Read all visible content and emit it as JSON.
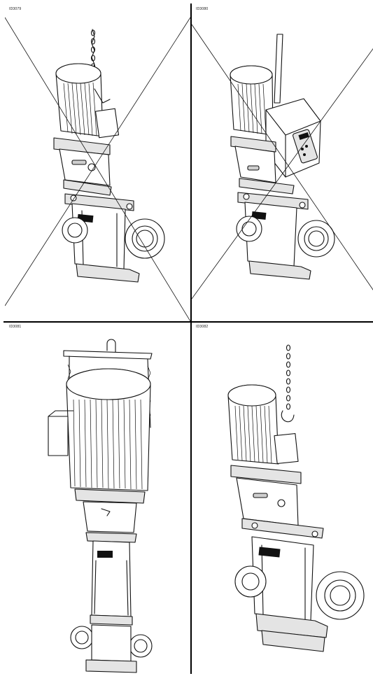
{
  "panels": [
    {
      "id": "ID3079",
      "crossed": true,
      "icon": "pump-lift-chain-incorrect"
    },
    {
      "id": "ID3080",
      "crossed": true,
      "icon": "pump-lift-strap-incorrect"
    },
    {
      "id": "ID3081",
      "crossed": false,
      "icon": "pump-lift-beam-correct"
    },
    {
      "id": "ID3082",
      "crossed": false,
      "icon": "pump-lift-chain-correct"
    }
  ]
}
